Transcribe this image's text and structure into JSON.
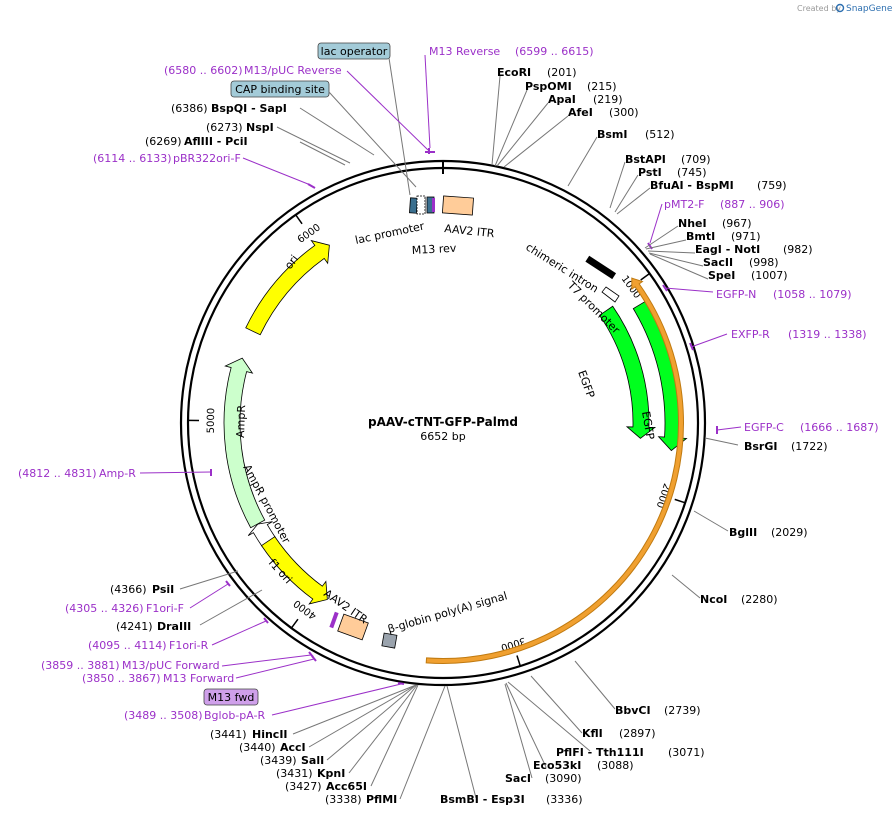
{
  "watermark": {
    "prefix": "Created by",
    "app": "SnapGene"
  },
  "plasmid": {
    "name": "pAAV-cTNT-GFP-Palmd",
    "size": "6652 bp",
    "length": 6652
  },
  "colors": {
    "primer": "#9b30c8",
    "ori": "#ffff00",
    "egfp": "#00ff1e",
    "ampr": "#ccffcc",
    "itr": "#ffcc99",
    "polyA": "#9aa3ad",
    "lac": "#3a6f8f",
    "cap_box": "#a3cbd8",
    "m13_box": "#cfa0ea"
  },
  "ticks": [
    {
      "pos": 1000,
      "label": "1000"
    },
    {
      "pos": 2000,
      "label": "2000"
    },
    {
      "pos": 3000,
      "label": "3000"
    },
    {
      "pos": 4000,
      "label": "4000"
    },
    {
      "pos": 5000,
      "label": "5000"
    },
    {
      "pos": 6000,
      "label": "6000"
    }
  ],
  "features": [
    {
      "name": "ori",
      "type": "arrow",
      "start": 5465,
      "end": 6050,
      "dir": "cw",
      "color": "#ffff00",
      "track": 1
    },
    {
      "name": "AmpR",
      "type": "arrow",
      "start": 4461,
      "end": 5320,
      "dir": "cw",
      "color": "#ccffcc",
      "track": 1
    },
    {
      "name": "AmpR promoter",
      "type": "arrow",
      "start": 4356,
      "end": 4460,
      "dir": "cw",
      "color": "#ffffff",
      "track": 1
    },
    {
      "name": "f1 ori",
      "type": "arrow",
      "start": 3940,
      "end": 4360,
      "dir": "ccw",
      "color": "#ffff00",
      "track": 1
    },
    {
      "name": "EGFP",
      "type": "arrow",
      "start": 1025,
      "end": 1745,
      "dir": "cw",
      "color": "#00ff1e",
      "track": 0
    },
    {
      "name": "EGFP",
      "type": "arrow",
      "start": 1090,
      "end": 1790,
      "dir": "cw",
      "color": "#00ff1e",
      "track": 2
    },
    {
      "name": "β-globin poly(A) signal",
      "type": "arc",
      "start": 1010,
      "end": 3400,
      "dir": "ccw",
      "color": "#f0a030",
      "track": 0
    }
  ],
  "boxes": [
    {
      "label": "lac operator",
      "color": "#a3cbd8"
    },
    {
      "label": "CAP binding site",
      "color": "#a3cbd8"
    },
    {
      "label": "M13 fwd",
      "color": "#cfa0ea"
    }
  ],
  "feature_labels": {
    "lac_promoter": "lac promoter",
    "m13_rev": "M13 rev",
    "aav2_itr_top": "AAV2 ITR",
    "chimeric_intron": "chimeric intron",
    "t7_promoter": "T7 promoter",
    "egfp_inner": "EGFP",
    "egfp_outer": "EGFP",
    "ori": "ori",
    "ampr": "AmpR",
    "ampr_promoter": "AmpR promoter",
    "f1_ori": "f1 ori",
    "aav2_itr_bottom": "AAV2 ITR",
    "polyA": "β-globin poly(A) signal"
  },
  "enzymes": [
    {
      "name": "EcoRI",
      "pos": "(201)"
    },
    {
      "name": "PspOMI",
      "pos": "(215)"
    },
    {
      "name": "ApaI",
      "pos": "(219)"
    },
    {
      "name": "AfeI",
      "pos": "(300)"
    },
    {
      "name": "BsmI",
      "pos": "(512)"
    },
    {
      "name": "BstAPI",
      "pos": "(709)"
    },
    {
      "name": "PstI",
      "pos": "(745)"
    },
    {
      "name": "BfuAI - BspMI",
      "pos": "(759)"
    },
    {
      "name": "NheI",
      "pos": "(967)"
    },
    {
      "name": "BmtI",
      "pos": "(971)"
    },
    {
      "name": "EagI - NotI",
      "pos": "(982)"
    },
    {
      "name": "SacII",
      "pos": "(998)"
    },
    {
      "name": "SpeI",
      "pos": "(1007)"
    },
    {
      "name": "BsrGI",
      "pos": "(1722)"
    },
    {
      "name": "BglII",
      "pos": "(2029)"
    },
    {
      "name": "NcoI",
      "pos": "(2280)"
    },
    {
      "name": "BbvCI",
      "pos": "(2739)"
    },
    {
      "name": "KflI",
      "pos": "(2897)"
    },
    {
      "name": "PflFI - Tth111I",
      "pos": "(3071)"
    },
    {
      "name": "Eco53kI",
      "pos": "(3088)"
    },
    {
      "name": "SacI",
      "pos": "(3090)"
    },
    {
      "name": "BsmBI - Esp3I",
      "pos": "(3336)"
    },
    {
      "name": "PflMI",
      "pos": "(3338)"
    },
    {
      "name": "Acc65I",
      "pos": "(3427)"
    },
    {
      "name": "KpnI",
      "pos": "(3431)"
    },
    {
      "name": "SalI",
      "pos": "(3439)"
    },
    {
      "name": "AccI",
      "pos": "(3440)"
    },
    {
      "name": "HincII",
      "pos": "(3441)"
    },
    {
      "name": "PsiI",
      "pos": "(4366)"
    },
    {
      "name": "DraIII",
      "pos": "(4241)"
    },
    {
      "name": "AflIII - PciI",
      "pos": "(6269)"
    },
    {
      "name": "NspI",
      "pos": "(6273)"
    },
    {
      "name": "BspQI - SapI",
      "pos": "(6386)"
    }
  ],
  "primers": [
    {
      "name": "M13 Reverse",
      "range": "(6599 .. 6615)"
    },
    {
      "name": "M13/pUC Reverse",
      "range": "(6580 .. 6602)"
    },
    {
      "name": "pBR322ori-F",
      "range": "(6114 .. 6133)"
    },
    {
      "name": "pMT2-F",
      "range": "(887 .. 906)"
    },
    {
      "name": "EGFP-N",
      "range": "(1058 .. 1079)"
    },
    {
      "name": "EXFP-R",
      "range": "(1319 .. 1338)"
    },
    {
      "name": "EGFP-C",
      "range": "(1666 .. 1687)"
    },
    {
      "name": "Amp-R",
      "range": "(4812 .. 4831)"
    },
    {
      "name": "F1ori-F",
      "range": "(4305 .. 4326)"
    },
    {
      "name": "F1ori-R",
      "range": "(4095 .. 4114)"
    },
    {
      "name": "M13/pUC Forward",
      "range": "(3859 .. 3881)"
    },
    {
      "name": "M13 Forward",
      "range": "(3850 .. 3867)"
    },
    {
      "name": "Bglob-pA-R",
      "range": "(3489 .. 3508)"
    }
  ]
}
